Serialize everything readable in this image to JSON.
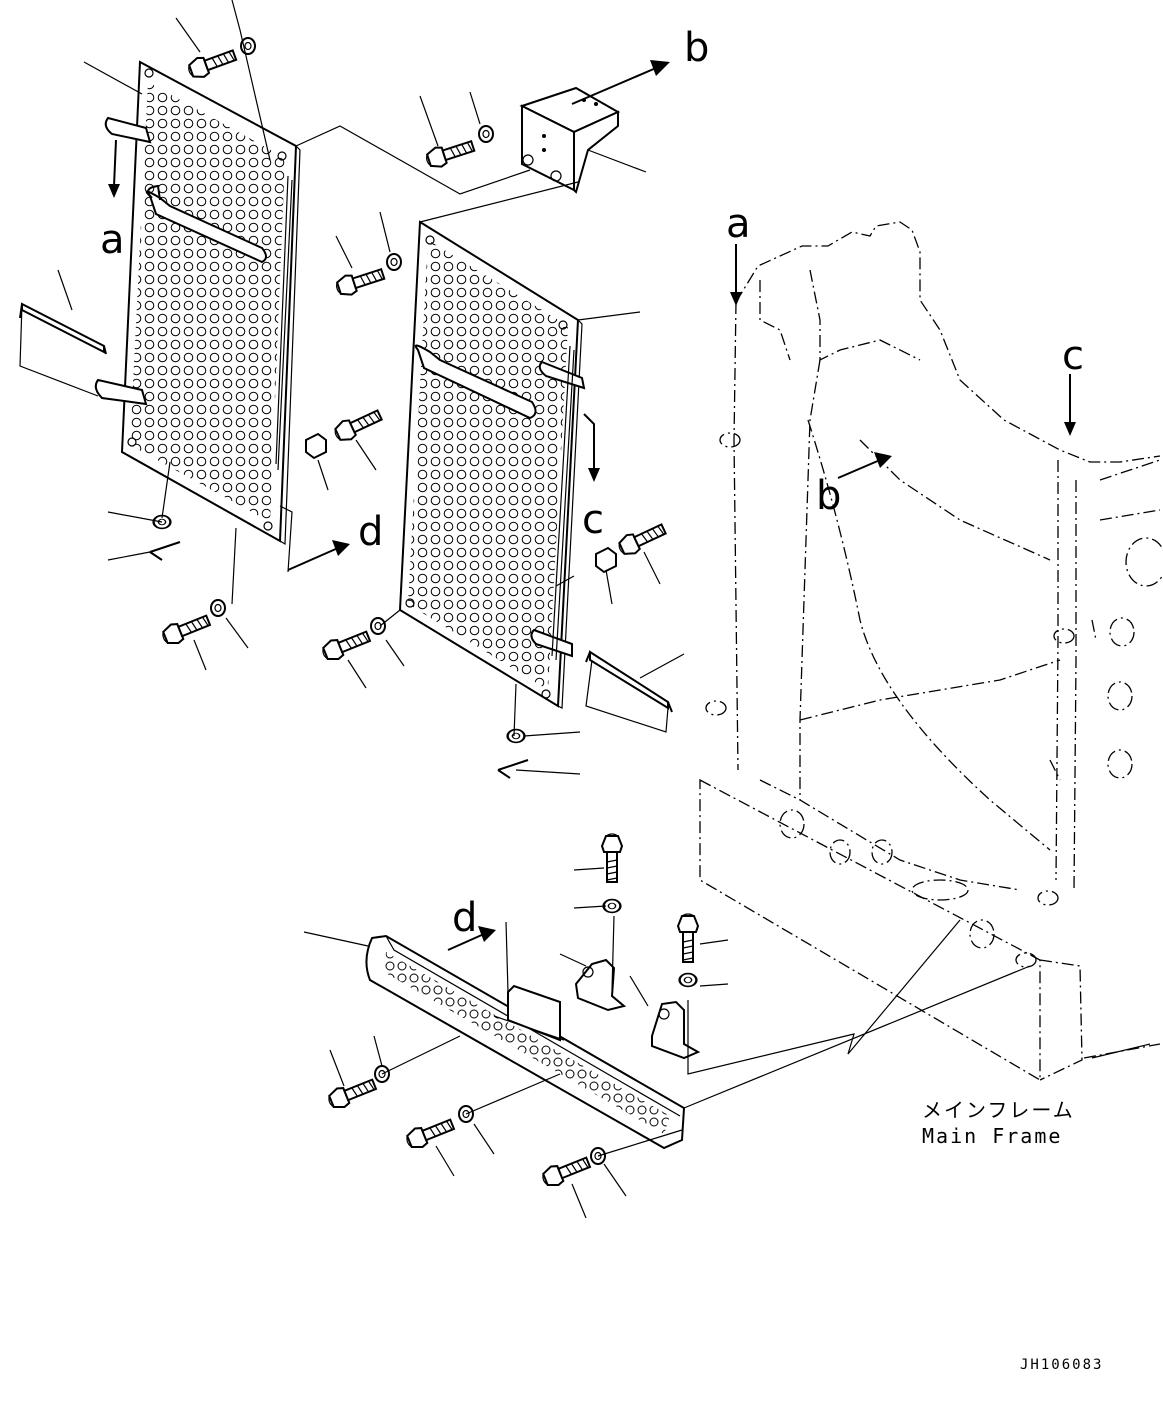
{
  "title": "",
  "references": {
    "a_top": "a",
    "b_top": "b",
    "c_mid": "c",
    "d_mid": "d",
    "a_frame": "a",
    "b_frame": "b",
    "c_frame": "c",
    "d_bottom": "d"
  },
  "caption": {
    "jp": "メインフレーム",
    "en": "Main Frame"
  },
  "drawing_code": "JH106083",
  "icons": [
    "bolt-icon",
    "washer-icon",
    "pin-icon",
    "clip-icon",
    "arrow-icon"
  ]
}
